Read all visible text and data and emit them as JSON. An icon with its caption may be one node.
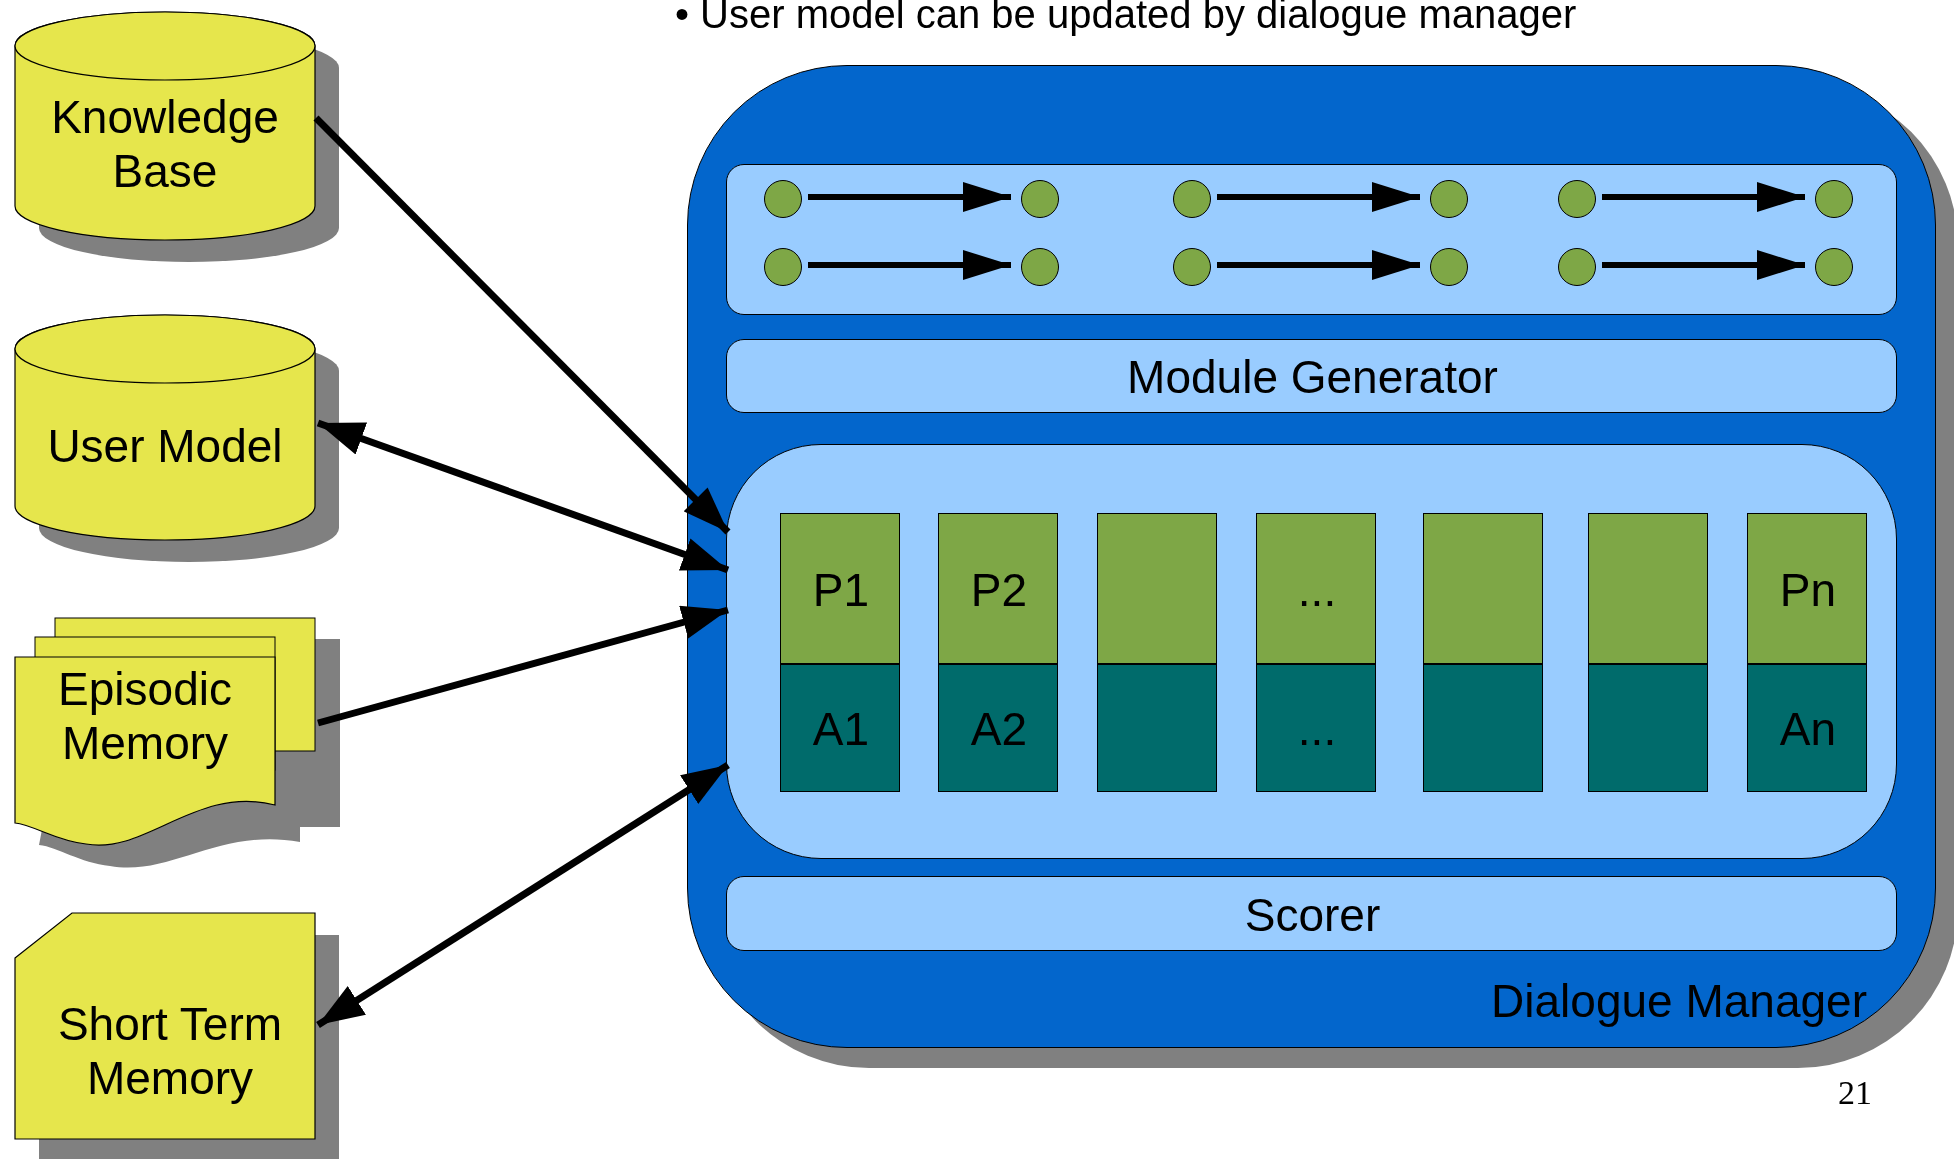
{
  "diagram": {
    "nodes": [
      {
        "text": [
          "Knowledge Base"
        ]
      },
      {
        "text": [
          "User Model"
        ]
      },
      {
        "text": [
          "Episodic Memory"
        ]
      },
      {
        "text": [
          "Short Term Memory"
        ]
      },
      {
        "text": [
          "Dialogue Manager"
        ]
      },
      {
        "text": [],
        "shape": "box",
        "in": 4
      },
      {
        "text": [],
        "shape": "circle",
        "in": 5
      },
      {
        "text": [],
        "shape": "circle",
        "in": 5
      },
      {
        "text": [],
        "shape": "circle",
        "in": 5
      },
      {
        "text": [],
        "shape": "circle",
        "in": 5
      },
      {
        "text": [],
        "shape": "circle",
        "in": 5
      },
      {
        "text": [],
        "shape": "circle",
        "in": 5
      },
      {
        "text": [],
        "shape": "circle",
        "in": 5
      },
      {
        "text": [],
        "shape": "circle",
        "in": 5
      },
      {
        "text": [],
        "shape": "circle",
        "in": 5
      },
      {
        "text": [],
        "shape": "circle",
        "in": 5
      },
      {
        "text": [],
        "shape": "circle",
        "in": 5
      },
      {
        "text": [],
        "shape": "circle",
        "in": 5
      },
      {
        "text": [
          "Module Generator"
        ],
        "in": 4
      },
      {
        "text": [],
        "shape": "box",
        "in": 4
      },
      {
        "text": [
          "P1"
        ],
        "in": 19
      },
      {
        "text": [
          "A1"
        ],
        "in": 19
      },
      {
        "text": [
          "P2"
        ],
        "in": 19
      },
      {
        "text": [
          "A2"
        ],
        "in": 19
      },
      {
        "text": [],
        "shape": "box",
        "in": 19
      },
      {
        "text": [],
        "shape": "box",
        "in": 19
      },
      {
        "text": [
          "..."
        ],
        "in": 19
      },
      {
        "text": [
          "..."
        ],
        "in": 19
      },
      {
        "text": [],
        "shape": "box",
        "in": 19
      },
      {
        "text": [],
        "shape": "box",
        "in": 19
      },
      {
        "text": [],
        "shape": "box",
        "in": 19
      },
      {
        "text": [],
        "shape": "box",
        "in": 19
      },
      {
        "text": [
          "Pn"
        ],
        "in": 19
      },
      {
        "text": [
          "An"
        ],
        "in": 19
      },
      {
        "text": [
          "Scorer"
        ],
        "in": 4
      }
    ],
    "edges": [
      {
        "from": 0,
        "to": 19,
        "arrow": "to"
      },
      {
        "from": 19,
        "to": 1,
        "arrow": "both"
      },
      {
        "from": 2,
        "to": 19,
        "arrow": "to"
      },
      {
        "from": 19,
        "to": 3,
        "arrow": "both"
      },
      {
        "from": 6,
        "to": 7,
        "arrow": "to"
      },
      {
        "from": 8,
        "to": 9,
        "arrow": "to"
      },
      {
        "from": 10,
        "to": 11,
        "arrow": "to"
      },
      {
        "from": 12,
        "to": 13,
        "arrow": "to"
      },
      {
        "from": 14,
        "to": 15,
        "arrow": "to"
      },
      {
        "from": 16,
        "to": 17,
        "arrow": "to"
      }
    ],
    "labels": [
      "• User model can be updated by dialogue manager",
      "21"
    ]
  }
}
